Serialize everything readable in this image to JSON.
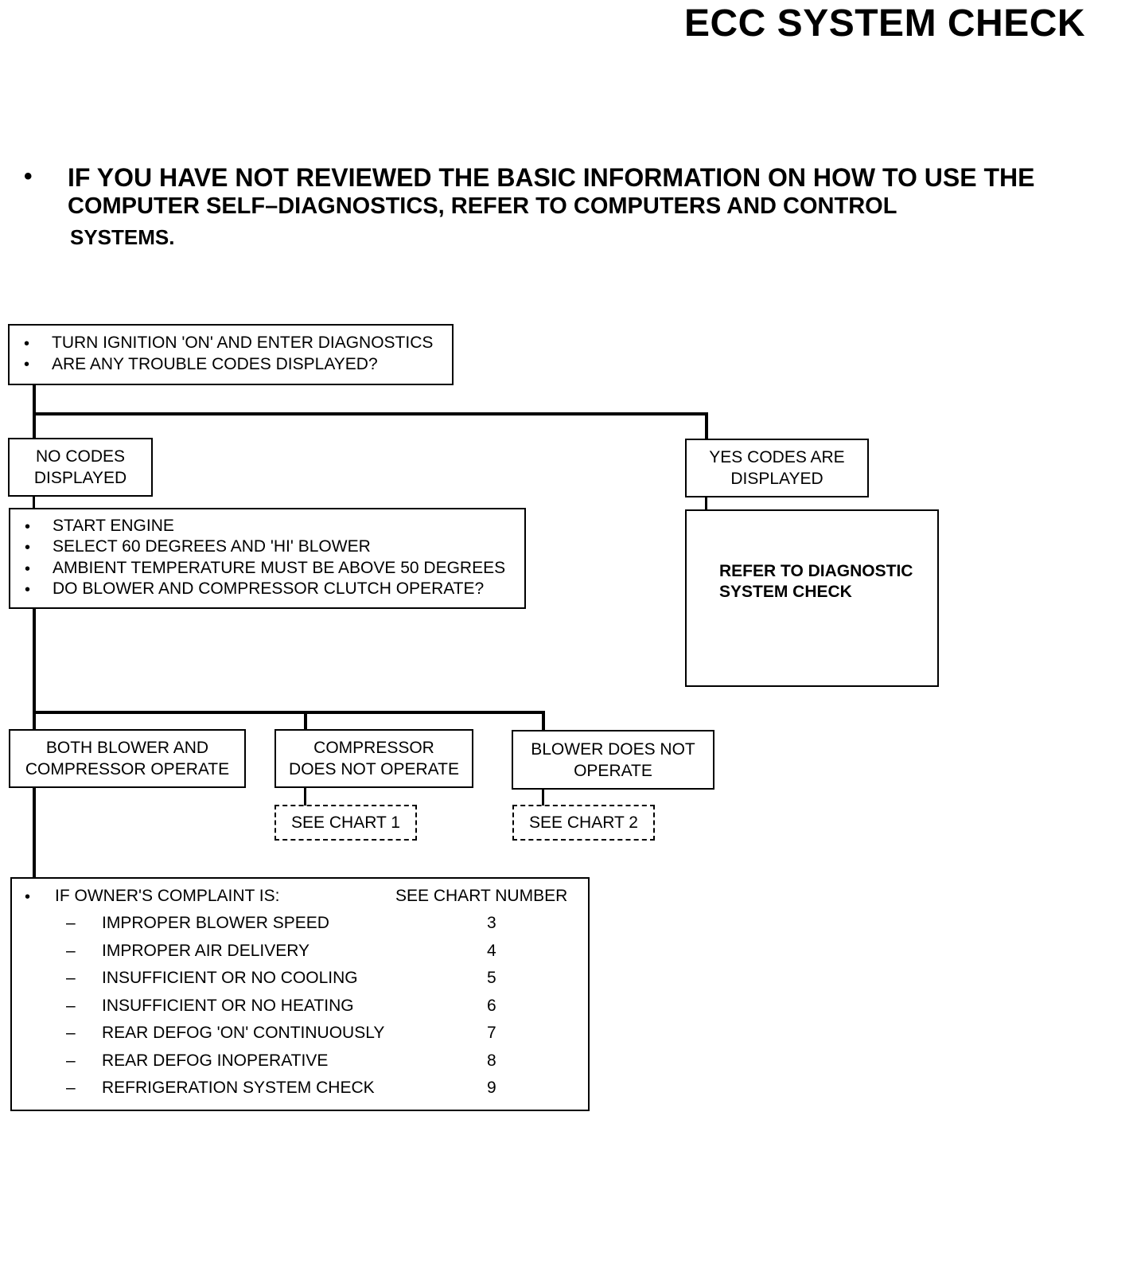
{
  "title": "ECC SYSTEM CHECK",
  "intro": {
    "bullet": "•",
    "line1": "IF YOU HAVE NOT REVIEWED THE BASIC INFORMATION ON HOW TO USE THE",
    "line2": "COMPUTER SELF–DIAGNOSTICS, REFER TO COMPUTERS AND CONTROL",
    "line3": "SYSTEMS."
  },
  "box_start": {
    "items": [
      "TURN IGNITION 'ON' AND ENTER DIAGNOSTICS",
      "ARE ANY TROUBLE CODES DISPLAYED?"
    ]
  },
  "box_no_codes": {
    "line1": "NO CODES",
    "line2": "DISPLAYED"
  },
  "box_yes_codes": {
    "line1": "YES CODES ARE",
    "line2": "DISPLAYED"
  },
  "box_engine": {
    "items": [
      "START ENGINE",
      "SELECT 60 DEGREES AND 'HI' BLOWER",
      "AMBIENT TEMPERATURE MUST BE ABOVE 50 DEGREES",
      "DO BLOWER AND COMPRESSOR CLUTCH OPERATE?"
    ]
  },
  "box_refer": {
    "line1": "REFER TO DIAGNOSTIC",
    "line2": "SYSTEM CHECK"
  },
  "box_both": {
    "line1": "BOTH BLOWER AND",
    "line2": "COMPRESSOR OPERATE"
  },
  "box_compressor": {
    "line1": "COMPRESSOR",
    "line2": "DOES NOT OPERATE"
  },
  "box_blower": {
    "line1": "BLOWER DOES NOT",
    "line2": "OPERATE"
  },
  "chart1": "SEE CHART 1",
  "chart2": "SEE CHART 2",
  "complaints": {
    "header_left": "IF OWNER'S COMPLAINT IS:",
    "header_right": "SEE CHART NUMBER",
    "dash": "–",
    "rows": [
      {
        "label": "IMPROPER BLOWER SPEED",
        "chart": "3"
      },
      {
        "label": "IMPROPER AIR DELIVERY",
        "chart": "4"
      },
      {
        "label": "INSUFFICIENT OR NO COOLING",
        "chart": "5"
      },
      {
        "label": "INSUFFICIENT OR NO HEATING",
        "chart": "6"
      },
      {
        "label": "REAR DEFOG 'ON' CONTINUOUSLY",
        "chart": "7"
      },
      {
        "label": "REAR DEFOG INOPERATIVE",
        "chart": "8"
      },
      {
        "label": "REFRIGERATION SYSTEM CHECK",
        "chart": "9"
      }
    ]
  }
}
